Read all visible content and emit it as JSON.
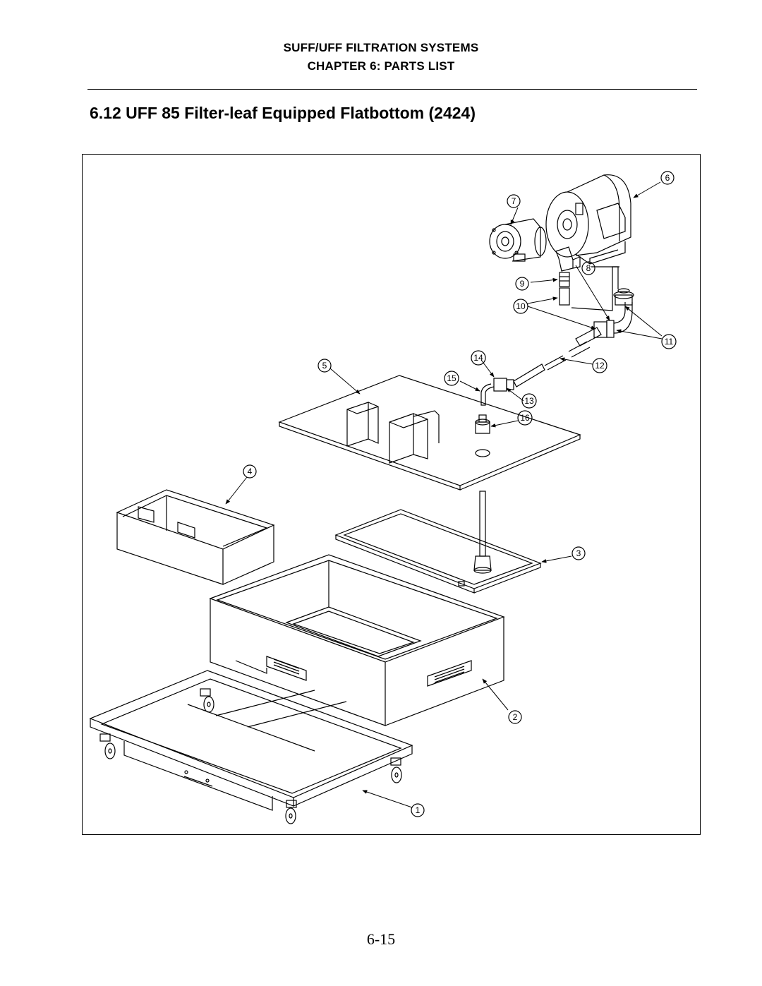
{
  "header": {
    "line1": "SUFF/UFF FILTRATION SYSTEMS",
    "line2": "CHAPTER 6:  PARTS LIST"
  },
  "section_title": "6.12  UFF 85 Filter-leaf Equipped Flatbottom (2424)",
  "callouts": {
    "c1": "1",
    "c2": "2",
    "c3": "3",
    "c4": "4",
    "c5": "5",
    "c6": "6",
    "c7": "7",
    "c8": "8",
    "c9": "9",
    "c10": "10",
    "c11": "11",
    "c12": "12",
    "c13": "13",
    "c14": "14",
    "c15": "15",
    "c16": "16"
  },
  "page_number": "6-15"
}
